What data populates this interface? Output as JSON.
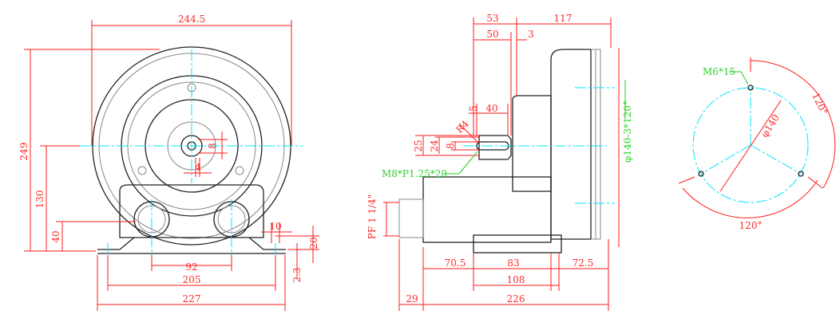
{
  "front_view": {
    "width_total": "244.5",
    "height_total": "249",
    "center_height": "130",
    "outlet_height": "40",
    "shaft_dim_8": "8",
    "shaft_dim_4": "4",
    "flange_slot": "10",
    "flange_height": "20",
    "flange_thickness": "2.3",
    "outlet_spacing": "92",
    "mount_hole_spacing": "205",
    "base_width": "227"
  },
  "side_view": {
    "shaft_offset": "53",
    "body_depth": "117",
    "shaft_length": "50",
    "gap": "3",
    "key_length": "40",
    "key_offset": "5",
    "key_radius": "R4",
    "shaft_dia_25": "25",
    "shaft_dia_24": "24",
    "key_width": "8",
    "thread_note": "M8*P1.25*20",
    "flange_note": "φ140-3*120°",
    "port_note": "PF 1 1/4\"",
    "base_dim_1": "70.5",
    "base_dim_2": "83",
    "base_dim_3": "72.5",
    "mount_spacing": "108",
    "port_overhang": "29",
    "overall_length": "226"
  },
  "flange_view": {
    "hole_note": "M6*15",
    "pcd": "φ140",
    "angle_1": "120°",
    "angle_2": "120°"
  },
  "colors": {
    "dimension": "#ff2a2a",
    "note": "#2fd12f",
    "centerline": "#00e5ff"
  }
}
